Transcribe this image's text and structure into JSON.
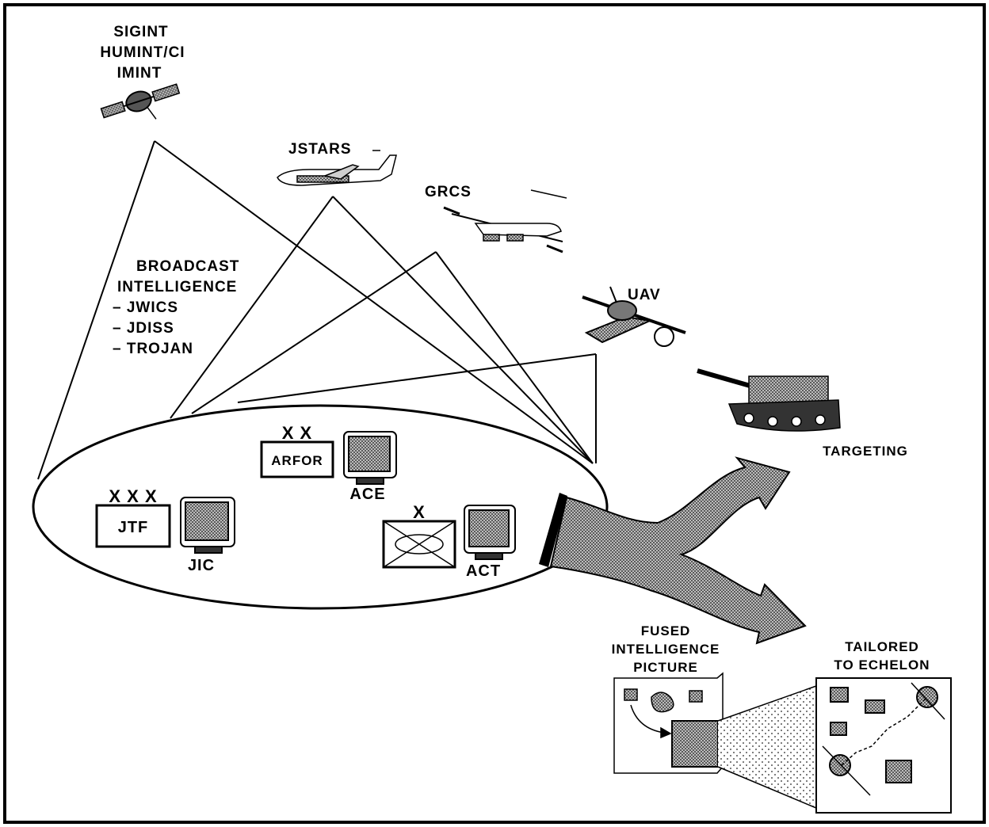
{
  "sources": {
    "satellite_labels": [
      "SIGINT",
      "HUMINT/CI",
      "IMINT"
    ],
    "jstars": "JSTARS",
    "grcs": "GRCS",
    "uav": "UAV"
  },
  "broadcast": {
    "title_lines": [
      "BROADCAST",
      "INTELLIGENCE"
    ],
    "items": [
      "– JWICS",
      "– JDISS",
      "– TROJAN"
    ]
  },
  "units": {
    "jtf": {
      "echelon": "X X X",
      "box": "JTF",
      "cell": "JIC"
    },
    "arfor": {
      "echelon": "X X",
      "box": "ARFOR",
      "cell": "ACE"
    },
    "bde": {
      "echelon": "X",
      "cell": "ACT"
    }
  },
  "targeting": "TARGETING",
  "fused": [
    "FUSED",
    "INTELLIGENCE",
    "PICTURE"
  ],
  "tailored": [
    "TAILORED",
    "TO ECHELON"
  ],
  "colors": {
    "ink": "#000000",
    "shade": "#8a8a8a",
    "paper": "#ffffff"
  }
}
